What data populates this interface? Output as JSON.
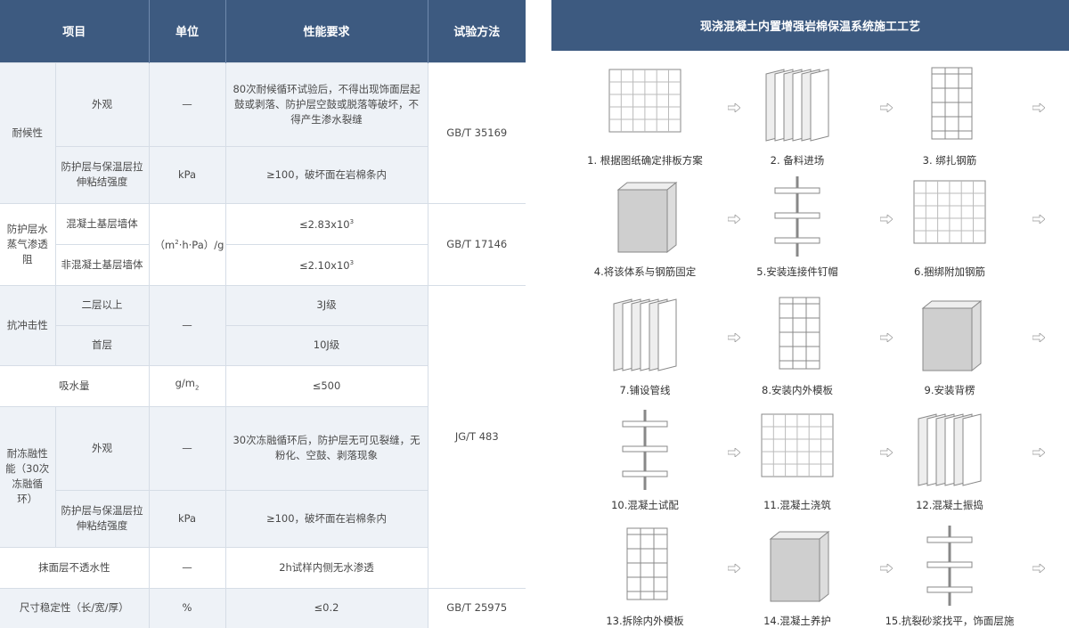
{
  "table": {
    "headers": [
      "项目",
      "单位",
      "性能要求",
      "试验方法"
    ],
    "rows": {
      "weather": {
        "group": "耐候性",
        "method": "GB/T 35169",
        "appearance": {
          "item": "外观",
          "unit": "—",
          "req": "80次耐候循环试验后，不得出现饰面层起鼓或剥落、防护层空鼓或脱落等破坏，不得产生渗水裂缝"
        },
        "bond": {
          "item": "防护层与保温层拉伸粘结强度",
          "unit": "kPa",
          "req": "≥100，破坏面在岩棉条内"
        }
      },
      "vapor": {
        "group": "防护层水蒸气渗透阻",
        "method": "GB/T 17146",
        "unit_pre": "（m",
        "unit_mid": "·h·Pa）/g",
        "concrete": {
          "item": "混凝土基层墙体",
          "req": "≤2.83x10",
          "exp": "3"
        },
        "nonconcrete": {
          "item": "非混凝土基层墙体",
          "req": "≤2.10x10",
          "exp": "3"
        }
      },
      "impact": {
        "group": "抗冲击性",
        "unit": "—",
        "upper": {
          "item": "二层以上",
          "req": "3J级"
        },
        "ground": {
          "item": "首层",
          "req": "10J级"
        }
      },
      "absorb": {
        "item": "吸水量",
        "unit_pre": "g/m",
        "req": "≤500"
      },
      "freeze": {
        "group": "耐冻融性能（30次冻融循环）",
        "method": "JG/T 483",
        "appearance": {
          "item": "外观",
          "unit": "—",
          "req": "30次冻融循环后，防护层无可见裂缝，无粉化、空鼓、剥落现象"
        },
        "bond": {
          "item": "防护层与保温层拉伸粘结强度",
          "unit": "kPa",
          "req": "≥100，破坏面在岩棉条内"
        }
      },
      "impermeable": {
        "item": "抹面层不透水性",
        "unit": "—",
        "req": "2h试样内侧无水渗透"
      },
      "dimension": {
        "item": "尺寸稳定性（长/宽/厚）",
        "unit": "%",
        "req": "≤0.2",
        "method": "GB/T 25975"
      }
    }
  },
  "process": {
    "title": "现浇混凝土内置增强岩棉保温系统施工工艺",
    "steps": [
      "1. 根据图纸确定排板方案",
      "2. 备料进场",
      "3. 绑扎钢筋",
      "4.将该体系与钢筋固定",
      "5.安装连接件钉帽",
      "6.捆绑附加钢筋",
      "7.铺设管线",
      "8.安装内外模板",
      "9.安装背楞",
      "10.混凝土试配",
      "11.混凝土浇筑",
      "12.混凝土振捣",
      "13.拆除内外模板",
      "14.混凝土养护",
      "15.抗裂砂浆找平，饰面层施"
    ]
  },
  "colors": {
    "header": "#3d5a80",
    "band": "#eef2f7",
    "line": "#d6dde6"
  }
}
